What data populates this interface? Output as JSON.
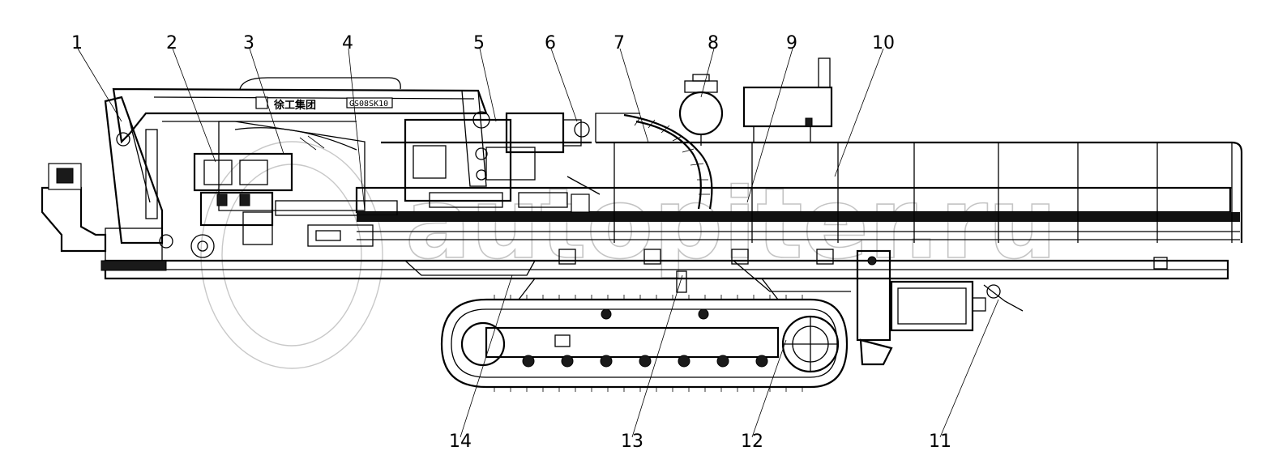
{
  "diagram": {
    "brand_text": "徐工集团",
    "model_text": "GS08SK10",
    "watermark_text": "autopiter.ru",
    "callouts": [
      "1",
      "2",
      "3",
      "4",
      "5",
      "6",
      "7",
      "8",
      "9",
      "10",
      "11",
      "12",
      "13",
      "14"
    ]
  }
}
